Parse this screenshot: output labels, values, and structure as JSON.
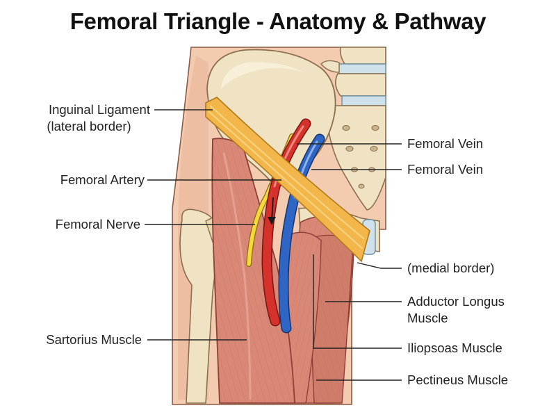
{
  "title": "Femoral Triangle - Anatomy & Pathway",
  "labels": {
    "inguinal_ligament_line1": "Inguinal Ligament",
    "inguinal_ligament_line2": "(lateral border)",
    "femoral_artery": "Femoral Artery",
    "femoral_nerve": "Femoral Nerve",
    "sartorius_muscle": "Sartorius Muscle",
    "femoral_vein_1": "Femoral Vein",
    "femoral_vein_2": "Femoral Vein",
    "medial_border": "(medial border)",
    "adductor_longus_line1": "Adductor Longus",
    "adductor_longus_line2": "Muscle",
    "iliopsoas_muscle": "Iliopsoas Muscle",
    "pectineus_muscle": "Pectineus Muscle"
  },
  "colors": {
    "skin": "#f3cbb1",
    "bone": "#efe3c4",
    "muscle": "#d98877",
    "muscle_dark": "#b8584a",
    "ligament": "#f2b64a",
    "artery": "#d6322c",
    "vein": "#2f66c6",
    "nerve": "#f5d83a",
    "disc": "#cfe1ea",
    "leader_line": "#222222"
  }
}
